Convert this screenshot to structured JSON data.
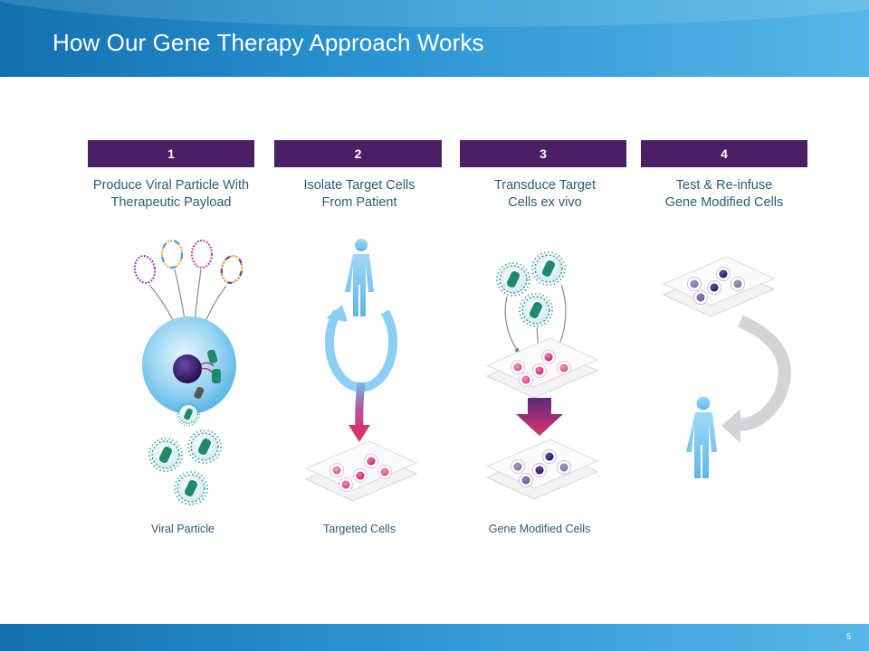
{
  "slide": {
    "title": "How Our Gene Therapy Approach Works",
    "page_number": "5"
  },
  "steps": [
    {
      "number": "1",
      "title_line1": "Produce Viral Particle With",
      "title_line2": "Therapeutic Payload",
      "caption": "Viral Particle"
    },
    {
      "number": "2",
      "title_line1": "Isolate Target Cells",
      "title_line2": "From Patient",
      "caption": "Targeted Cells"
    },
    {
      "number": "3",
      "title_line1": "Transduce Target",
      "title_line2": "Cells ex vivo",
      "caption": "Gene Modified Cells"
    },
    {
      "number": "4",
      "title_line1": "Test & Re-infuse",
      "title_line2": "Gene Modified Cells",
      "caption": ""
    }
  ],
  "colors": {
    "header_blue": "#2b95d3",
    "step_purple": "#4a1f63",
    "text_blue": "#2d5a7a",
    "cell_blue": "#7cc6ee",
    "human_blue": "#7ec8f0",
    "virus_green": "#1f8a6b",
    "targeted_pink": "#d63a7e",
    "modified_purple": "#3b2070"
  },
  "icons": [
    "viral-particle-icon",
    "human-figure-icon",
    "circular-arrow-icon",
    "cell-dish-icon",
    "down-arrow-icon",
    "curved-arrow-icon"
  ]
}
